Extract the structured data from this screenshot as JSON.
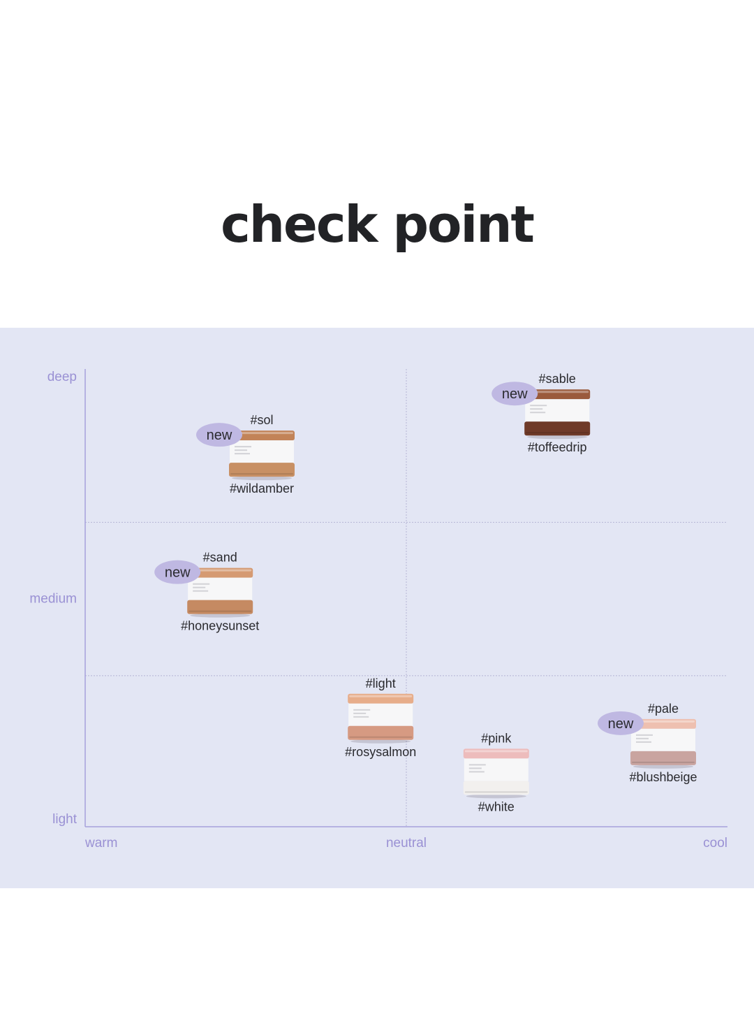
{
  "page": {
    "title": "check point"
  },
  "colors": {
    "panel_background": "#e3e6f4",
    "axis": "#a6a1dc",
    "axis_label": "#9a91d4",
    "grid": "#b4b4d4",
    "new_badge": "#bfb8e2",
    "text": "#2a2a2e"
  },
  "chart_data": {
    "type": "scatter",
    "title": "",
    "x_axis": {
      "ticks": [
        "warm",
        "neutral",
        "cool"
      ],
      "range": [
        0,
        2
      ]
    },
    "y_axis": {
      "ticks": [
        "light",
        "medium",
        "deep"
      ],
      "range": [
        0,
        2
      ]
    },
    "grid": {
      "vertical": [
        1
      ],
      "horizontal": [
        0.66,
        1.33
      ]
    },
    "badge_text": "new",
    "products": [
      {
        "top_label": "#sol",
        "bottom_label": "#wildamber",
        "x": 0.55,
        "y": 1.63,
        "is_new": true,
        "lid_color": "#c28358",
        "base_color": "#c89064"
      },
      {
        "top_label": "#sable",
        "bottom_label": "#toffeedrip",
        "x": 1.47,
        "y": 1.81,
        "is_new": true,
        "lid_color": "#9a5a3c",
        "base_color": "#6f3a28"
      },
      {
        "top_label": "#sand",
        "bottom_label": "#honeysunset",
        "x": 0.42,
        "y": 1.03,
        "is_new": true,
        "lid_color": "#d59a72",
        "base_color": "#c58a62"
      },
      {
        "top_label": "#light",
        "bottom_label": "#rosysalmon",
        "x": 0.92,
        "y": 0.48,
        "is_new": false,
        "lid_color": "#e7ad8a",
        "base_color": "#d69a82"
      },
      {
        "top_label": "#pink",
        "bottom_label": "#white",
        "x": 1.28,
        "y": 0.24,
        "is_new": false,
        "lid_color": "#edbcbc",
        "base_color": "#f2f0ee"
      },
      {
        "top_label": "#pale",
        "bottom_label": "#blushbeige",
        "x": 1.8,
        "y": 0.37,
        "is_new": true,
        "lid_color": "#eec0b0",
        "base_color": "#c9a4a0"
      }
    ]
  }
}
